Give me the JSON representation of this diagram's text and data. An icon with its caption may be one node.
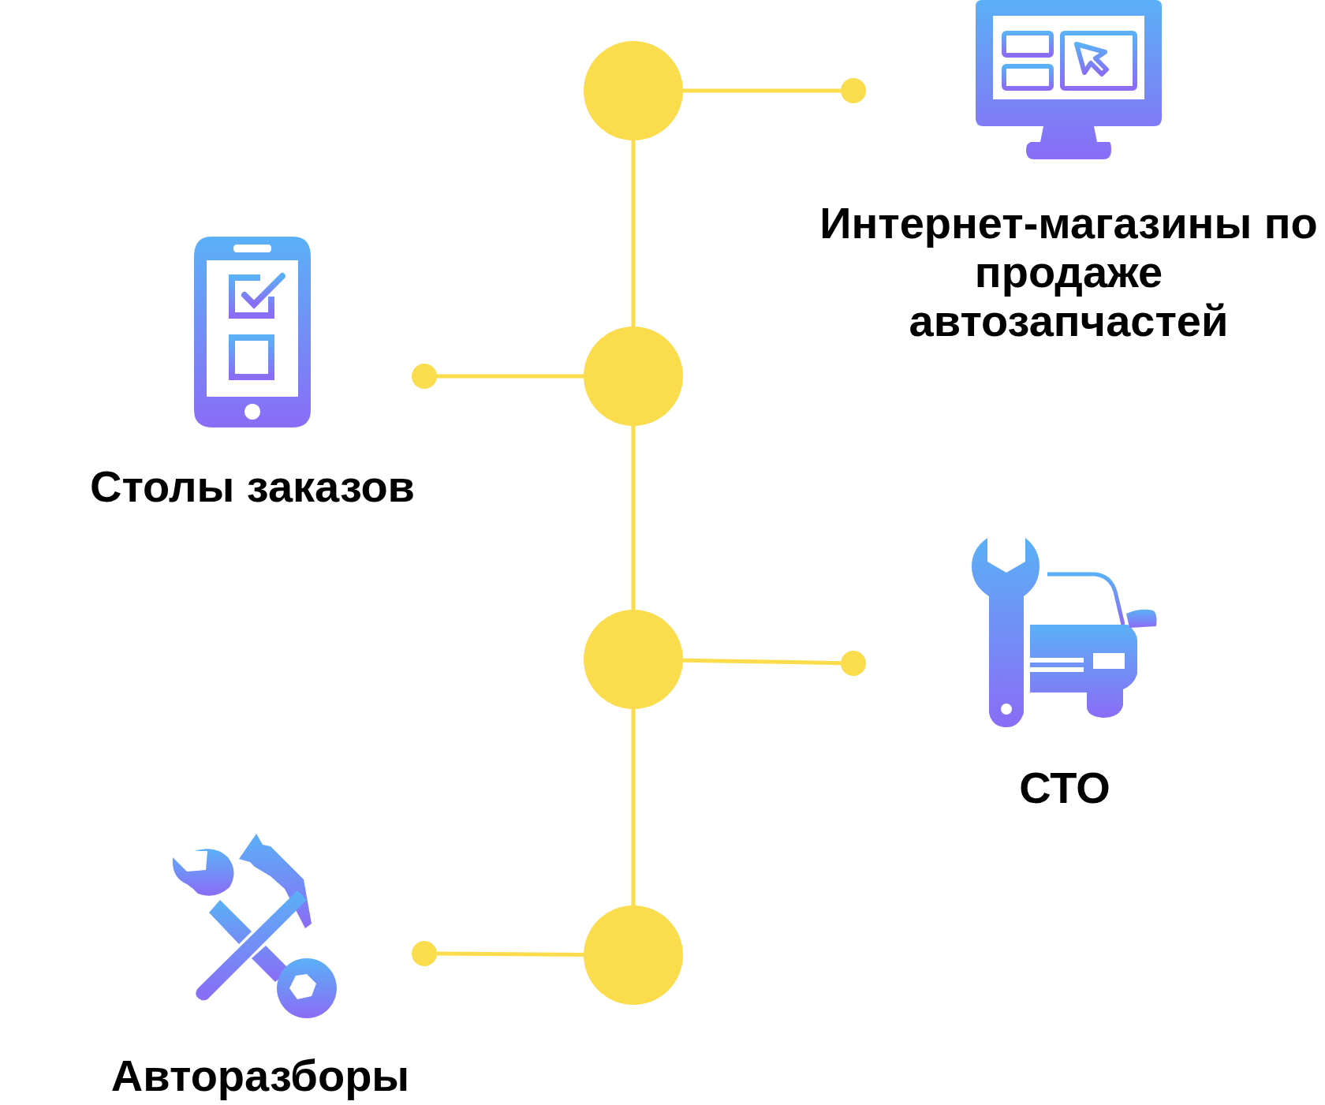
{
  "diagram": {
    "nodes": [
      {
        "text": [],
        "shape": "circle"
      },
      {
        "text": [],
        "shape": "circle"
      },
      {
        "text": [
          "Интернет-магазины по продаже автозапчастей"
        ]
      },
      {
        "text": [],
        "shape": "circle"
      },
      {
        "text": [],
        "shape": "circle"
      },
      {
        "text": [
          "Столы заказов"
        ]
      },
      {
        "text": [],
        "shape": "circle"
      },
      {
        "text": [],
        "shape": "circle"
      },
      {
        "text": [
          "СТО"
        ]
      },
      {
        "text": [],
        "shape": "circle"
      },
      {
        "text": [],
        "shape": "circle"
      },
      {
        "text": [
          "Авторазборы"
        ]
      }
    ],
    "edges": [
      {
        "from": 0,
        "to": 3,
        "arrow": "none"
      },
      {
        "from": 3,
        "to": 6,
        "arrow": "none"
      },
      {
        "from": 6,
        "to": 9,
        "arrow": "none"
      },
      {
        "from": 0,
        "to": 1,
        "arrow": "none"
      },
      {
        "from": 3,
        "to": 4,
        "arrow": "none"
      },
      {
        "from": 6,
        "to": 7,
        "arrow": "none"
      },
      {
        "from": 9,
        "to": 10,
        "arrow": "none"
      }
    ]
  }
}
